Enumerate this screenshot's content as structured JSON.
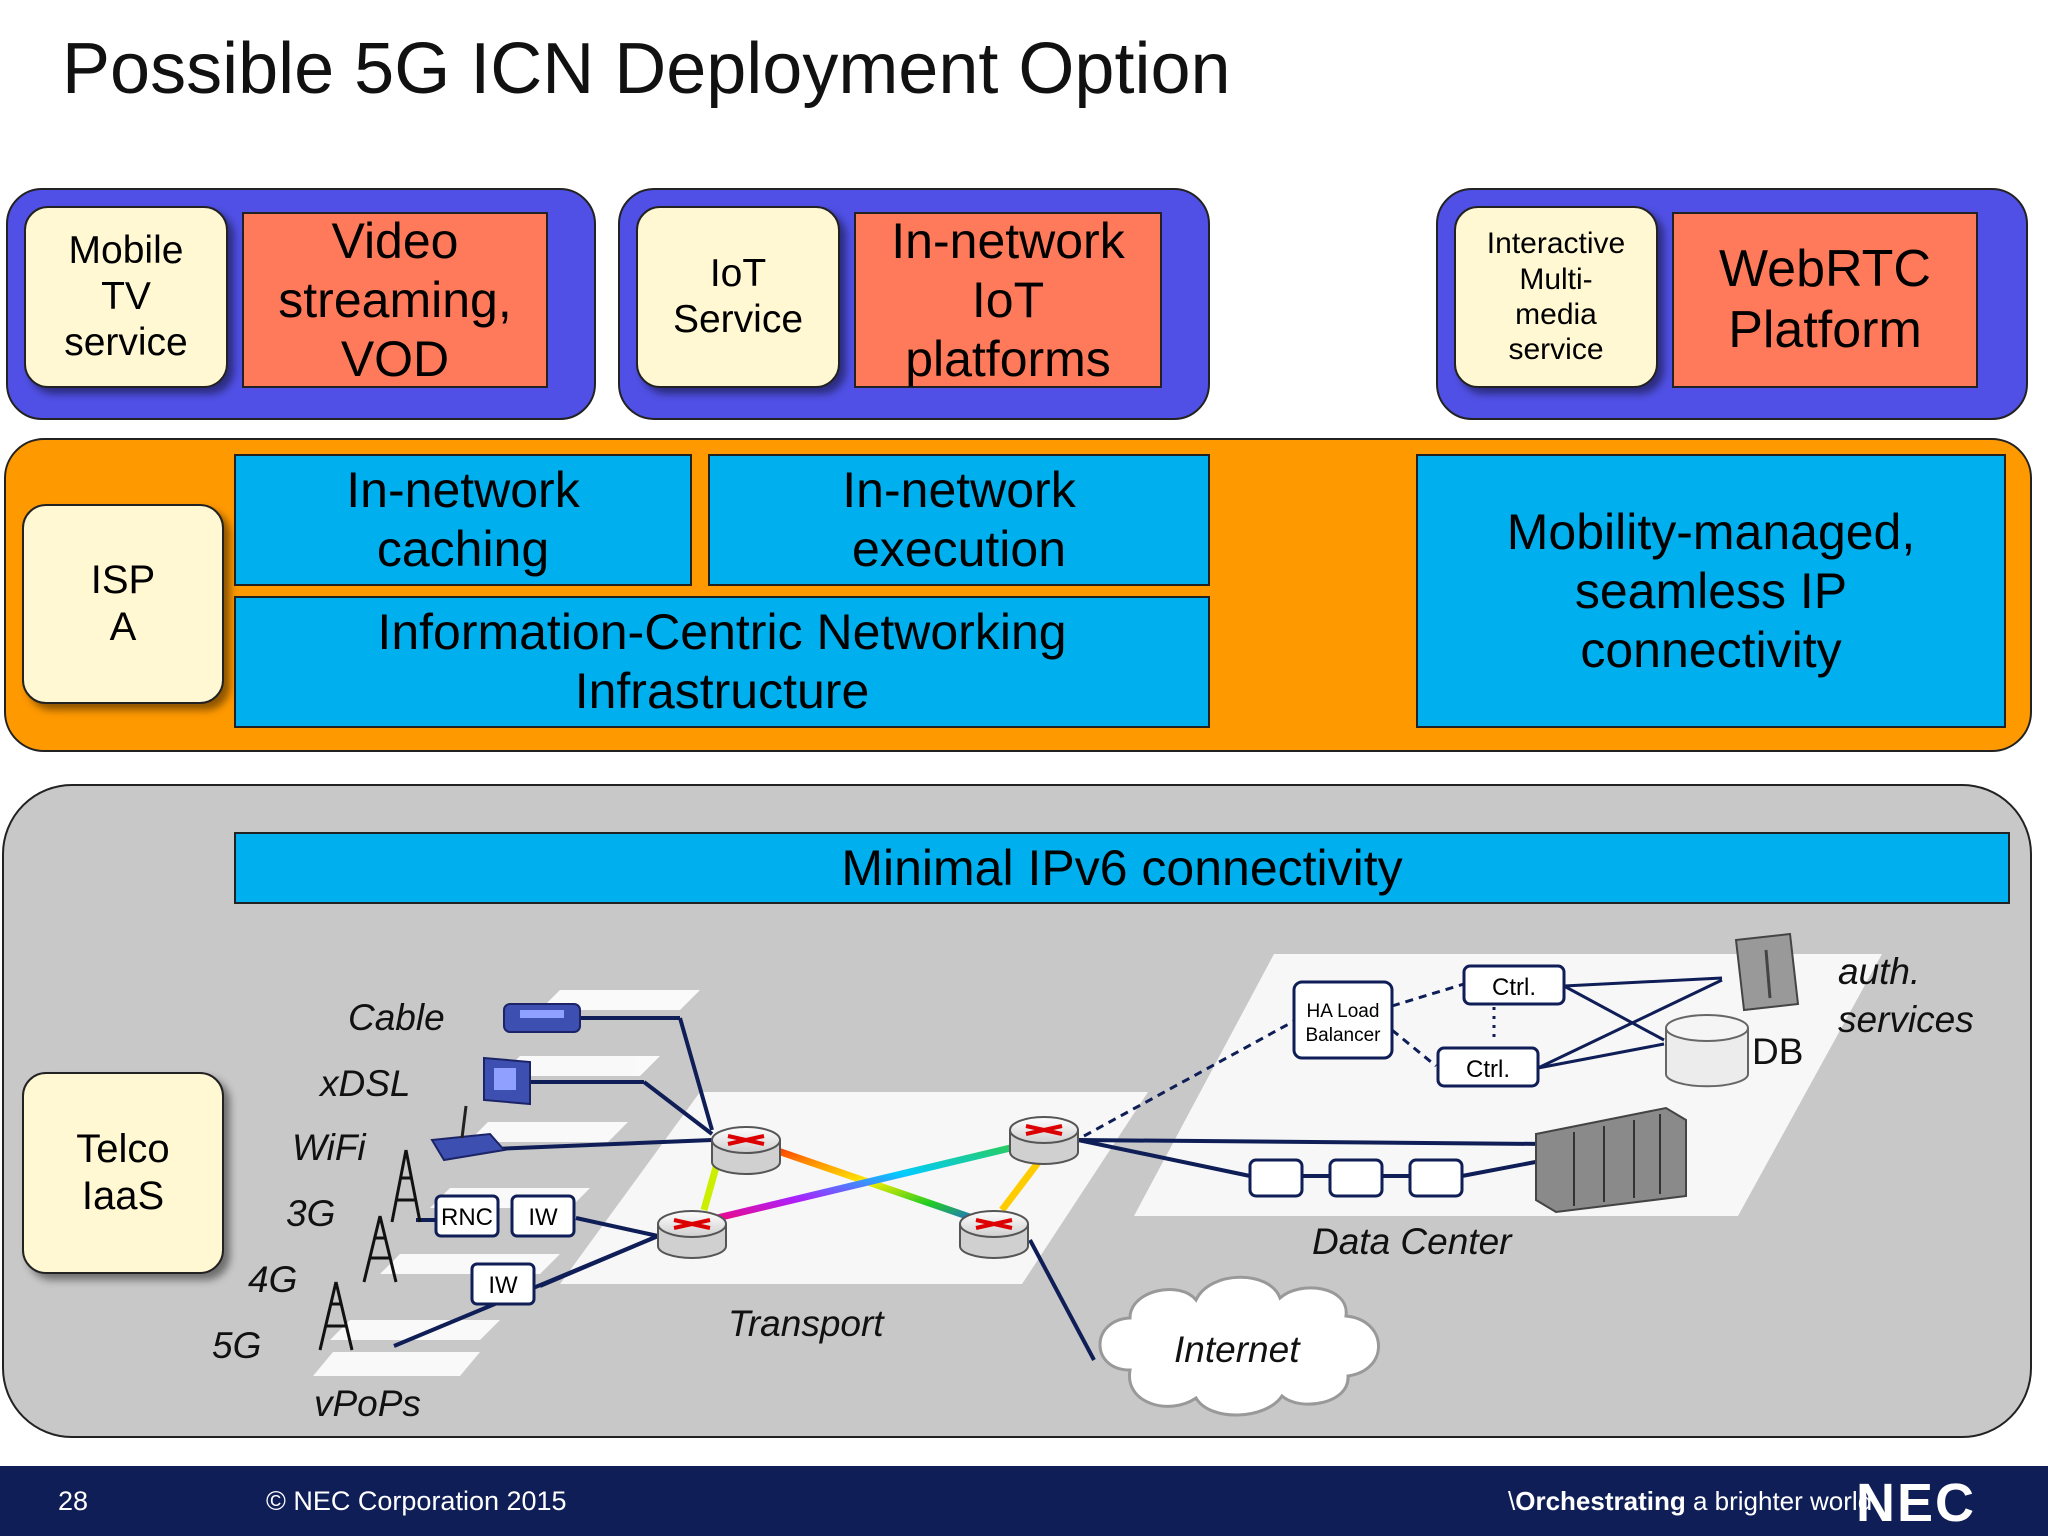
{
  "title": "Possible 5G ICN Deployment Option",
  "services": {
    "mobile_tv": "Mobile\nTV\nservice",
    "video": "Video\nstreaming,\nVOD",
    "iot_service": "IoT\nService",
    "iot_platforms": "In-network\nIoT\nplatforms",
    "interactive": "Interactive\nMulti-\nmedia\nservice",
    "webrtc": "WebRTC\nPlatform"
  },
  "isp": {
    "name": "ISP\nA",
    "caching": "In-network\ncaching",
    "execution": "In-network\nexecution",
    "icn": "Information-Centric Networking\nInfrastructure",
    "mobility": "Mobility-managed,\nseamless IP\nconnectivity"
  },
  "telco": {
    "name": "Telco\nIaaS",
    "ipv6": "Minimal IPv6 connectivity",
    "access": [
      "Cable",
      "xDSL",
      "WiFi",
      "3G",
      "4G",
      "5G"
    ],
    "vpops": "vPoPs",
    "rnc": "RNC",
    "iw": "IW",
    "transport": "Transport",
    "internet": "Internet",
    "data_center": "Data Center",
    "ha_lb": "HA Load\nBalancer",
    "ctrl": "Ctrl.",
    "db": "DB",
    "auth": "auth.\nservices"
  },
  "footer": {
    "page": "28",
    "copyright": "© NEC Corporation 2015",
    "tagline_bold": "Orchestrating",
    "tagline_rest": " a brighter world",
    "logo": "NEC"
  },
  "colors": {
    "service_panel": "#5050e6",
    "isp_panel": "#ff9900",
    "telco_panel": "#c8c8c8",
    "cream": "#fff8d2",
    "salmon": "#ff7a5a",
    "cyan": "#00b0ee",
    "footer": "#0f1e57"
  }
}
